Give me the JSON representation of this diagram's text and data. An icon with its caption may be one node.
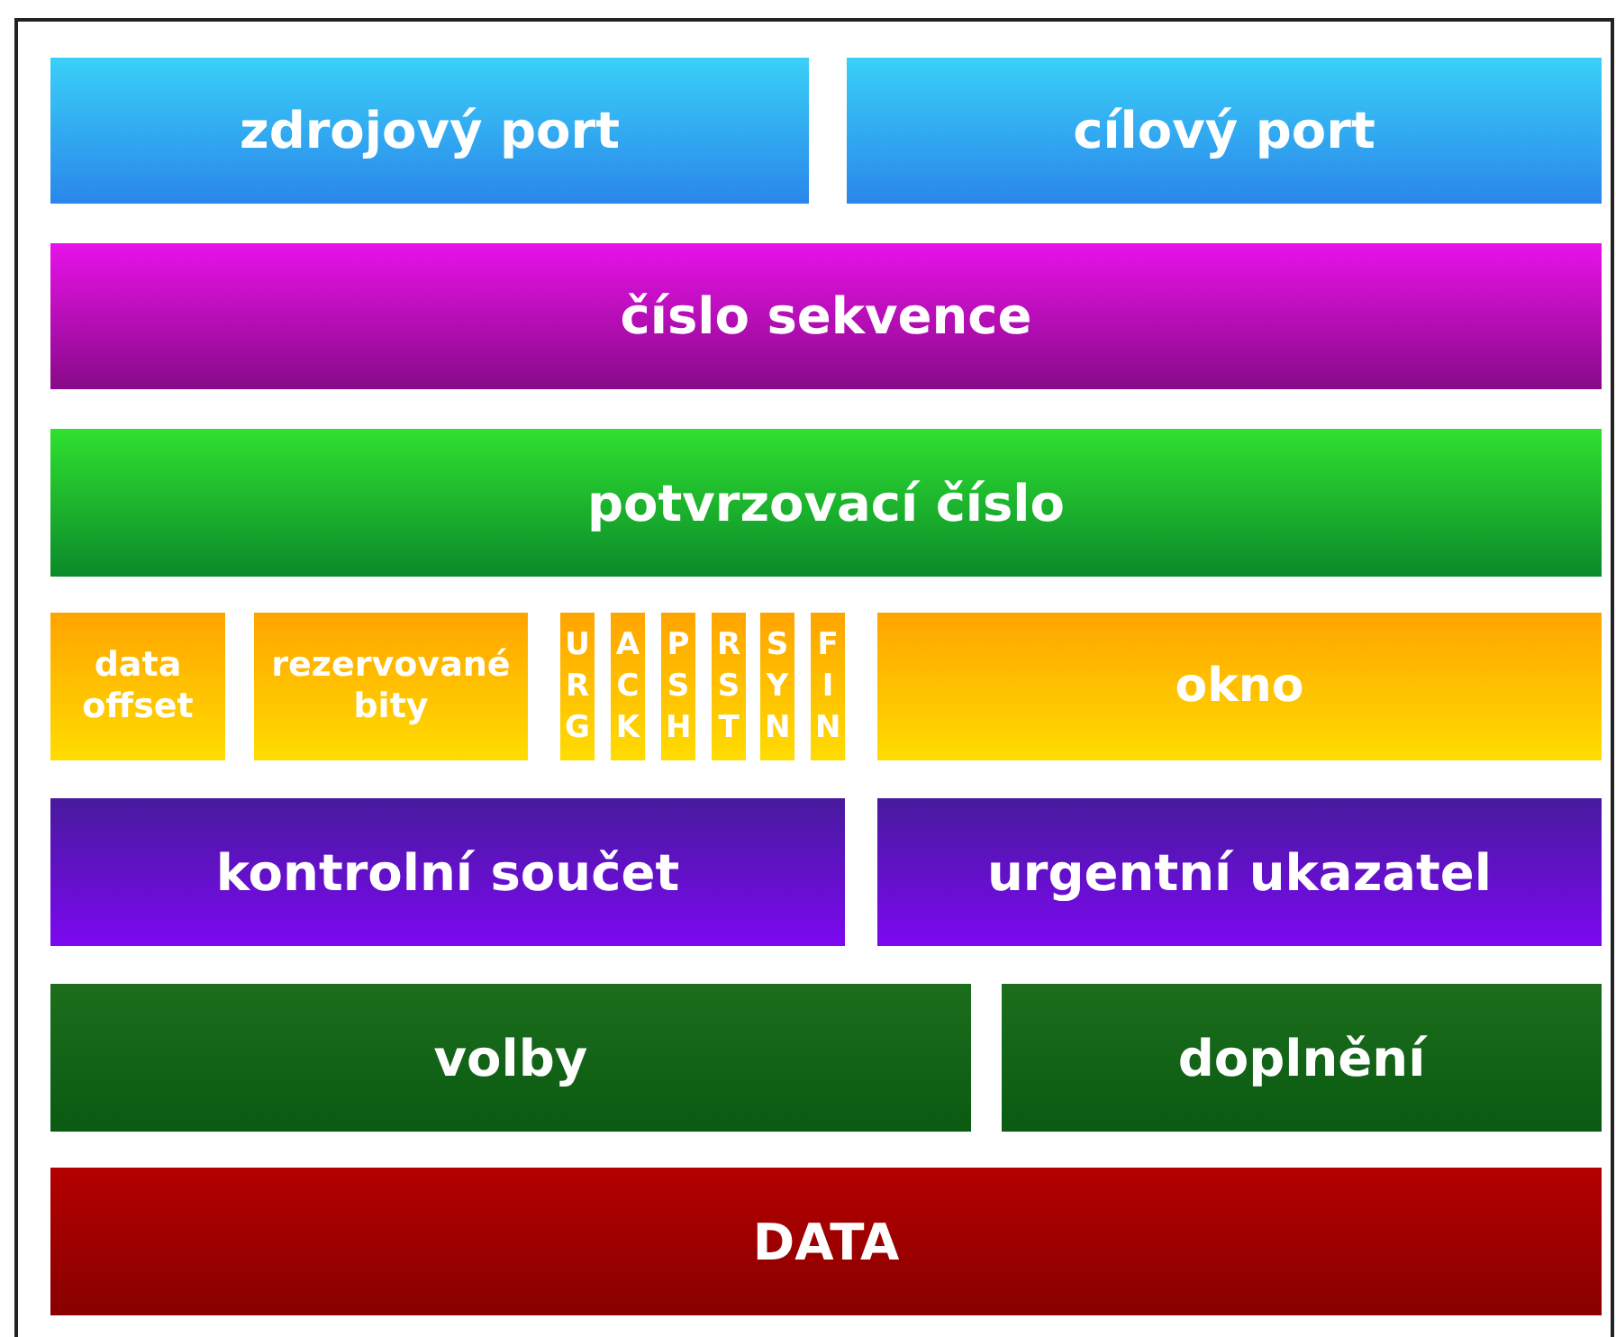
{
  "diagram": {
    "nodes": [
      {
        "text": [
          "zdrojový port"
        ]
      },
      {
        "text": [
          "cílový port"
        ]
      },
      {
        "text": [
          "číslo sekvence"
        ]
      },
      {
        "text": [
          "potvrzovací číslo"
        ]
      },
      {
        "text": [
          "data offset"
        ]
      },
      {
        "text": [
          "rezervované bity"
        ]
      },
      {
        "text": [
          "URG"
        ]
      },
      {
        "text": [
          "ACK"
        ]
      },
      {
        "text": [
          "PSH"
        ]
      },
      {
        "text": [
          "RST"
        ]
      },
      {
        "text": [
          "SYN"
        ]
      },
      {
        "text": [
          "FIN"
        ]
      },
      {
        "text": [
          "okno"
        ]
      },
      {
        "text": [
          "kontrolní součet"
        ]
      },
      {
        "text": [
          "urgentní ukazatel"
        ]
      },
      {
        "text": [
          "volby"
        ]
      },
      {
        "text": [
          "doplnění"
        ]
      },
      {
        "text": [
          "DATA"
        ]
      }
    ]
  }
}
